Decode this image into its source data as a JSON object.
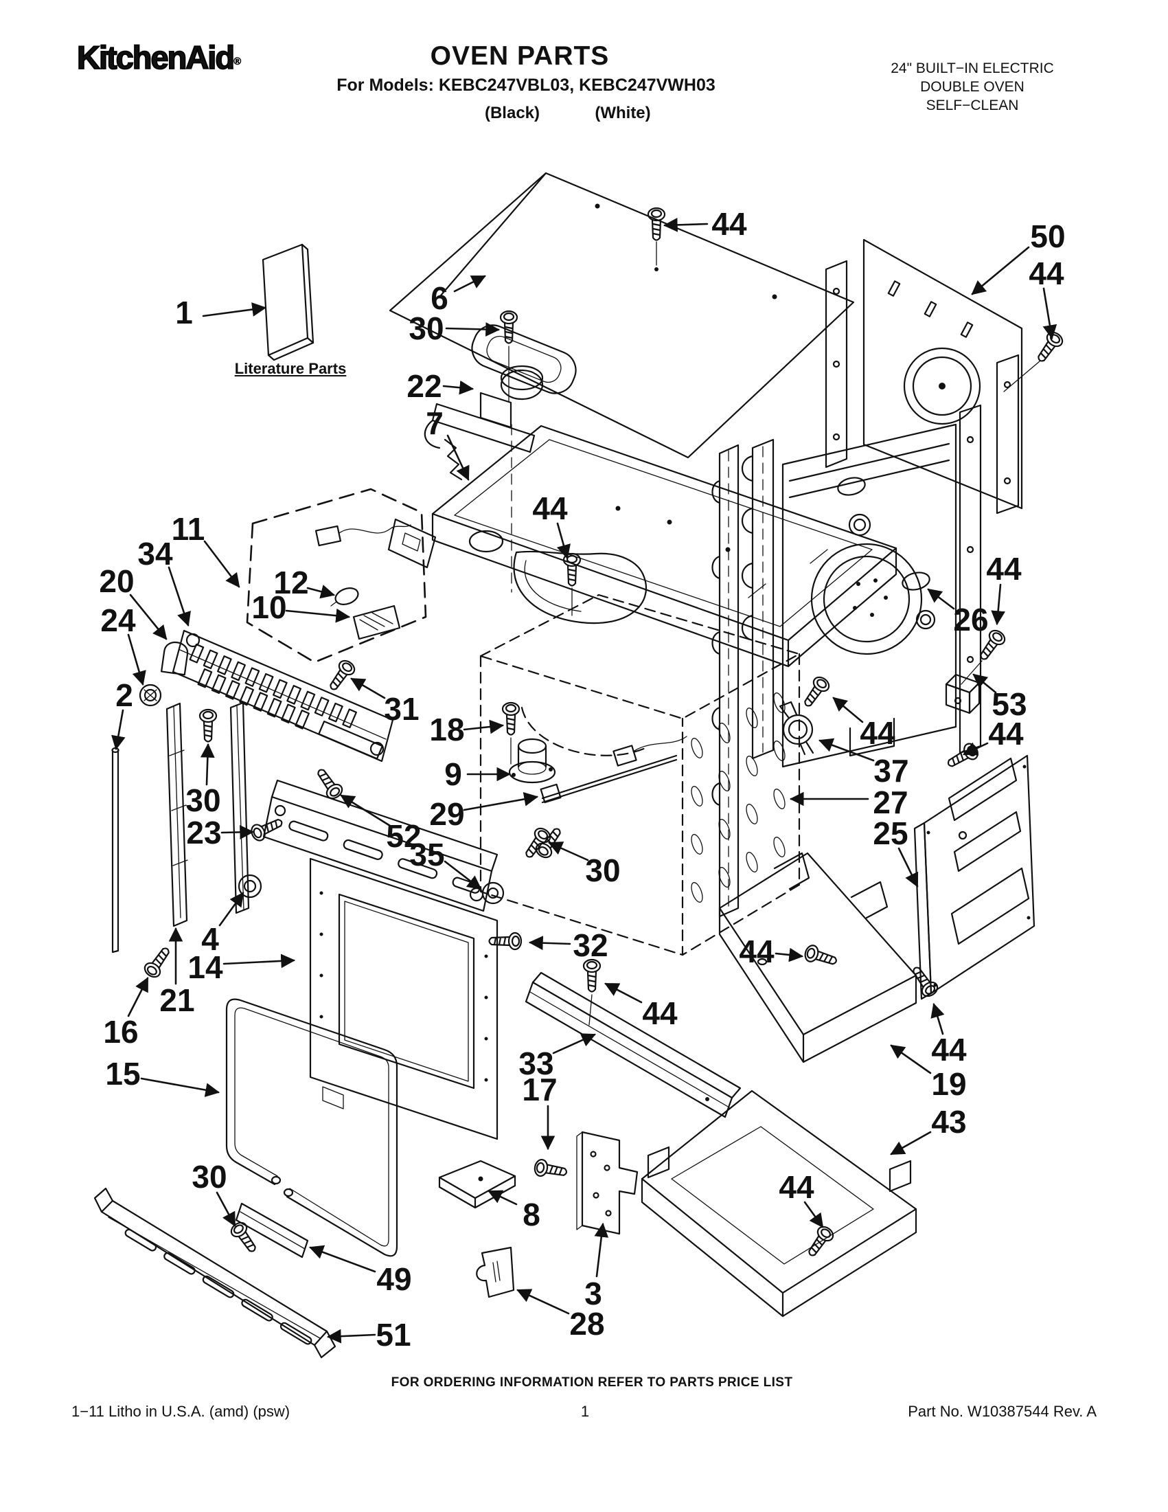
{
  "header": {
    "brand": "KitchenAid",
    "brand_mark": "®",
    "title": "OVEN PARTS",
    "models_line": "For Models: KEBC247VBL03, KEBC247VWH03",
    "color_left": "(Black)",
    "color_right": "(White)",
    "spec_lines": [
      "24\" BUILT−IN ELECTRIC",
      "DOUBLE OVEN",
      "SELF−CLEAN"
    ]
  },
  "diagram": {
    "literature_label": "Literature Parts",
    "callouts": [
      {
        "n": "1",
        "t": [
          268,
          455
        ],
        "f": [
          296,
          460
        ],
        "a": [
          386,
          448
        ]
      },
      {
        "n": "6",
        "t": [
          640,
          434
        ],
        "f": [
          662,
          424
        ],
        "a": [
          706,
          402
        ]
      },
      {
        "n": "30",
        "t": [
          621,
          478
        ],
        "f": [
          650,
          478
        ],
        "a": [
          726,
          480
        ]
      },
      {
        "n": "22",
        "t": [
          618,
          562
        ],
        "f": [
          646,
          562
        ],
        "a": [
          688,
          566
        ]
      },
      {
        "n": "7",
        "t": [
          633,
          616
        ],
        "f": [
          652,
          634
        ],
        "a": [
          682,
          698
        ]
      },
      {
        "n": "44",
        "t": [
          1062,
          326
        ],
        "f": [
          1030,
          326
        ],
        "a": [
          968,
          328
        ]
      },
      {
        "n": "50",
        "t": [
          1526,
          344
        ],
        "f": [
          1498,
          360
        ],
        "a": [
          1416,
          428
        ]
      },
      {
        "n": "44",
        "t": [
          1524,
          398
        ],
        "f": [
          1520,
          420
        ],
        "a": [
          1532,
          492
        ]
      },
      {
        "n": "11",
        "t": [
          274,
          770
        ],
        "f": [
          298,
          788
        ],
        "a": [
          348,
          854
        ]
      },
      {
        "n": "34",
        "t": [
          226,
          806
        ],
        "f": [
          246,
          826
        ],
        "a": [
          274,
          910
        ]
      },
      {
        "n": "20",
        "t": [
          170,
          846
        ],
        "f": [
          190,
          866
        ],
        "a": [
          242,
          930
        ]
      },
      {
        "n": "24",
        "t": [
          172,
          903
        ],
        "f": [
          187,
          924
        ],
        "a": [
          208,
          996
        ]
      },
      {
        "n": "2",
        "t": [
          181,
          1012
        ],
        "f": [
          179,
          1034
        ],
        "a": [
          169,
          1090
        ]
      },
      {
        "n": "12",
        "t": [
          424,
          848
        ],
        "f": [
          448,
          856
        ],
        "a": [
          486,
          866
        ]
      },
      {
        "n": "10",
        "t": [
          392,
          884
        ],
        "f": [
          417,
          889
        ],
        "a": [
          508,
          898
        ]
      },
      {
        "n": "31",
        "t": [
          585,
          1032
        ],
        "f": [
          560,
          1016
        ],
        "a": [
          512,
          988
        ]
      },
      {
        "n": "18",
        "t": [
          651,
          1062
        ],
        "f": [
          676,
          1062
        ],
        "a": [
          732,
          1056
        ]
      },
      {
        "n": "9",
        "t": [
          660,
          1127
        ],
        "f": [
          681,
          1127
        ],
        "a": [
          742,
          1127
        ]
      },
      {
        "n": "29",
        "t": [
          651,
          1185
        ],
        "f": [
          676,
          1179
        ],
        "a": [
          782,
          1160
        ]
      },
      {
        "n": "52",
        "t": [
          588,
          1217
        ],
        "f": [
          568,
          1202
        ],
        "a": [
          497,
          1158
        ]
      },
      {
        "n": "35",
        "t": [
          622,
          1244
        ],
        "f": [
          648,
          1254
        ],
        "a": [
          700,
          1294
        ]
      },
      {
        "n": "30",
        "t": [
          878,
          1267
        ],
        "f": [
          856,
          1252
        ],
        "a": [
          800,
          1227
        ]
      },
      {
        "n": "32",
        "t": [
          860,
          1376
        ],
        "f": [
          830,
          1374
        ],
        "a": [
          772,
          1372
        ]
      },
      {
        "n": "30",
        "t": [
          296,
          1165
        ],
        "f": [
          301,
          1142
        ],
        "a": [
          303,
          1084
        ]
      },
      {
        "n": "23",
        "t": [
          297,
          1212
        ],
        "f": [
          323,
          1212
        ],
        "a": [
          368,
          1211
        ]
      },
      {
        "n": "4",
        "t": [
          306,
          1367
        ],
        "f": [
          320,
          1347
        ],
        "a": [
          354,
          1300
        ]
      },
      {
        "n": "14",
        "t": [
          299,
          1408
        ],
        "f": [
          326,
          1403
        ],
        "a": [
          428,
          1398
        ]
      },
      {
        "n": "21",
        "t": [
          258,
          1456
        ],
        "f": [
          256,
          1432
        ],
        "a": [
          256,
          1352
        ]
      },
      {
        "n": "16",
        "t": [
          176,
          1502
        ],
        "f": [
          187,
          1479
        ],
        "a": [
          215,
          1424
        ]
      },
      {
        "n": "15",
        "t": [
          179,
          1563
        ],
        "f": [
          206,
          1570
        ],
        "a": [
          318,
          1590
        ]
      },
      {
        "n": "30",
        "t": [
          305,
          1713
        ],
        "f": [
          316,
          1736
        ],
        "a": [
          342,
          1784
        ]
      },
      {
        "n": "49",
        "t": [
          574,
          1862
        ],
        "f": [
          546,
          1851
        ],
        "a": [
          452,
          1816
        ]
      },
      {
        "n": "51",
        "t": [
          573,
          1943
        ],
        "f": [
          546,
          1943
        ],
        "a": [
          478,
          1946
        ]
      },
      {
        "n": "8",
        "t": [
          774,
          1768
        ],
        "f": [
          752,
          1753
        ],
        "a": [
          712,
          1734
        ]
      },
      {
        "n": "33",
        "t": [
          781,
          1548
        ],
        "f": [
          806,
          1533
        ],
        "a": [
          866,
          1506
        ]
      },
      {
        "n": "17",
        "t": [
          786,
          1586
        ],
        "f": [
          798,
          1610
        ],
        "a": [
          798,
          1672
        ]
      },
      {
        "n": "3",
        "t": [
          864,
          1883
        ],
        "f": [
          869,
          1858
        ],
        "a": [
          878,
          1782
        ]
      },
      {
        "n": "28",
        "t": [
          855,
          1927
        ],
        "f": [
          828,
          1912
        ],
        "a": [
          754,
          1878
        ]
      },
      {
        "n": "44",
        "t": [
          801,
          740
        ],
        "f": [
          812,
          762
        ],
        "a": [
          826,
          812
        ]
      },
      {
        "n": "44",
        "t": [
          961,
          1475
        ],
        "f": [
          934,
          1459
        ],
        "a": [
          882,
          1432
        ]
      },
      {
        "n": "44",
        "t": [
          1102,
          1385
        ],
        "f": [
          1130,
          1388
        ],
        "a": [
          1168,
          1392
        ]
      },
      {
        "n": "26",
        "t": [
          1414,
          902
        ],
        "f": [
          1389,
          886
        ],
        "a": [
          1352,
          858
        ]
      },
      {
        "n": "44",
        "t": [
          1462,
          828
        ],
        "f": [
          1457,
          851
        ],
        "a": [
          1452,
          908
        ]
      },
      {
        "n": "53",
        "t": [
          1470,
          1025
        ],
        "f": [
          1450,
          1008
        ],
        "a": [
          1418,
          982
        ]
      },
      {
        "n": "44",
        "t": [
          1278,
          1067
        ],
        "f": [
          1256,
          1051
        ],
        "a": [
          1214,
          1016
        ]
      },
      {
        "n": "44",
        "t": [
          1465,
          1068
        ],
        "f": [
          1438,
          1082
        ],
        "a": [
          1404,
          1098
        ]
      },
      {
        "n": "37",
        "t": [
          1298,
          1122
        ],
        "f": [
          1272,
          1107
        ],
        "a": [
          1194,
          1078
        ]
      },
      {
        "n": "27",
        "t": [
          1297,
          1168
        ],
        "f": [
          1264,
          1163
        ],
        "a": [
          1152,
          1163
        ]
      },
      {
        "n": "25",
        "t": [
          1297,
          1213
        ],
        "f": [
          1309,
          1235
        ],
        "a": [
          1336,
          1290
        ]
      },
      {
        "n": "44",
        "t": [
          1382,
          1528
        ],
        "f": [
          1373,
          1505
        ],
        "a": [
          1360,
          1462
        ]
      },
      {
        "n": "19",
        "t": [
          1382,
          1578
        ],
        "f": [
          1355,
          1562
        ],
        "a": [
          1298,
          1522
        ]
      },
      {
        "n": "43",
        "t": [
          1382,
          1633
        ],
        "f": [
          1355,
          1648
        ],
        "a": [
          1298,
          1680
        ]
      },
      {
        "n": "44",
        "t": [
          1160,
          1728
        ],
        "f": [
          1172,
          1750
        ],
        "a": [
          1198,
          1786
        ]
      }
    ]
  },
  "footer": {
    "ordering_note": "FOR ORDERING INFORMATION REFER TO PARTS PRICE LIST",
    "litho_line": "1−11 Litho in U.S.A. (amd) (psw)",
    "page_number": "1",
    "part_number": "Part No. W10387544 Rev. A"
  },
  "colors": {
    "ink": "#111111",
    "paper": "#ffffff"
  }
}
